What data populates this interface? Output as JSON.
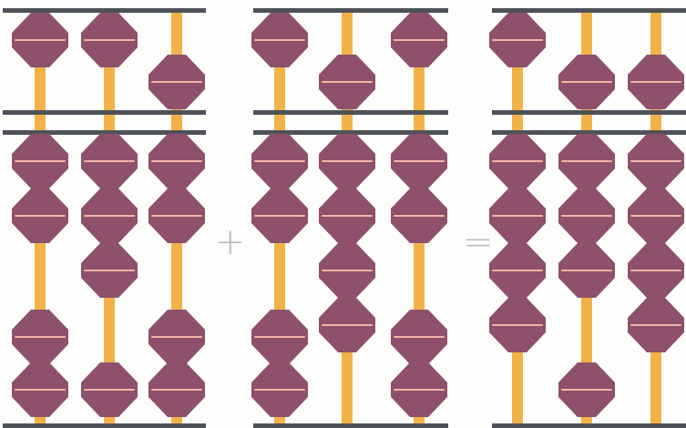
{
  "equation": {
    "plus_symbol": "+",
    "equals_symbol": "="
  },
  "colors": {
    "rod": "#F2B247",
    "bead": "#8E506A",
    "bead_stripe": "#F6B4A5",
    "frame": "#4E5257",
    "operator": "#B9B9B7"
  },
  "abacuses": [
    {
      "role": "first-addend",
      "rods": [
        {
          "upper_bead_active": false,
          "lower_beads_active": 2
        },
        {
          "upper_bead_active": false,
          "lower_beads_active": 3
        },
        {
          "upper_bead_active": true,
          "lower_beads_active": 2
        }
      ]
    },
    {
      "role": "second-addend",
      "rods": [
        {
          "upper_bead_active": false,
          "lower_beads_active": 2
        },
        {
          "upper_bead_active": true,
          "lower_beads_active": 4
        },
        {
          "upper_bead_active": false,
          "lower_beads_active": 2
        }
      ]
    },
    {
      "role": "sum",
      "rods": [
        {
          "upper_bead_active": false,
          "lower_beads_active": 4
        },
        {
          "upper_bead_active": true,
          "lower_beads_active": 3
        },
        {
          "upper_bead_active": true,
          "lower_beads_active": 4
        }
      ]
    }
  ]
}
